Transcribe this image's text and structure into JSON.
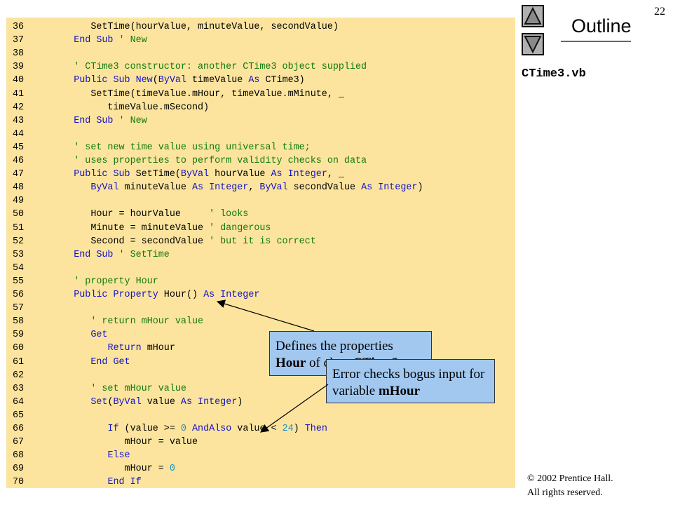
{
  "page_number": "22",
  "outline": {
    "title": "Outline",
    "file_name": "CTime3.vb"
  },
  "copyright": {
    "line1": "© 2002 Prentice Hall.",
    "line2": "All rights reserved."
  },
  "code_lines": [
    {
      "num": "36",
      "parts": [
        {
          "t": "         SetTime(hourValue, minuteValue, secondValue)",
          "c": ""
        }
      ]
    },
    {
      "num": "37",
      "parts": [
        {
          "t": "      ",
          "c": ""
        },
        {
          "t": "End Sub",
          "c": "kw"
        },
        {
          "t": " ' New",
          "c": "cm"
        }
      ]
    },
    {
      "num": "38",
      "parts": []
    },
    {
      "num": "39",
      "parts": [
        {
          "t": "      ' CTime3 constructor: another CTime3 object supplied",
          "c": "cm"
        }
      ]
    },
    {
      "num": "40",
      "parts": [
        {
          "t": "      ",
          "c": ""
        },
        {
          "t": "Public Sub New",
          "c": "kw"
        },
        {
          "t": "(",
          "c": ""
        },
        {
          "t": "ByVal",
          "c": "kw"
        },
        {
          "t": " timeValue ",
          "c": ""
        },
        {
          "t": "As",
          "c": "kw"
        },
        {
          "t": " CTime3)",
          "c": ""
        }
      ]
    },
    {
      "num": "41",
      "parts": [
        {
          "t": "         SetTime(timeValue.mHour, timeValue.mMinute, _",
          "c": ""
        }
      ]
    },
    {
      "num": "42",
      "parts": [
        {
          "t": "            timeValue.mSecond)",
          "c": ""
        }
      ]
    },
    {
      "num": "43",
      "parts": [
        {
          "t": "      ",
          "c": ""
        },
        {
          "t": "End Sub",
          "c": "kw"
        },
        {
          "t": " ' New",
          "c": "cm"
        }
      ]
    },
    {
      "num": "44",
      "parts": []
    },
    {
      "num": "45",
      "parts": [
        {
          "t": "      ' set new time value using universal time;",
          "c": "cm"
        }
      ]
    },
    {
      "num": "46",
      "parts": [
        {
          "t": "      ' uses properties to perform validity checks on data",
          "c": "cm"
        }
      ]
    },
    {
      "num": "47",
      "parts": [
        {
          "t": "      ",
          "c": ""
        },
        {
          "t": "Public Sub",
          "c": "kw"
        },
        {
          "t": " SetTime(",
          "c": ""
        },
        {
          "t": "ByVal",
          "c": "kw"
        },
        {
          "t": " hourValue ",
          "c": ""
        },
        {
          "t": "As Integer",
          "c": "kw"
        },
        {
          "t": ", _",
          "c": ""
        }
      ]
    },
    {
      "num": "48",
      "parts": [
        {
          "t": "         ",
          "c": ""
        },
        {
          "t": "ByVal",
          "c": "kw"
        },
        {
          "t": " minuteValue ",
          "c": ""
        },
        {
          "t": "As Integer",
          "c": "kw"
        },
        {
          "t": ", ",
          "c": ""
        },
        {
          "t": "ByVal",
          "c": "kw"
        },
        {
          "t": " secondValue ",
          "c": ""
        },
        {
          "t": "As Integer",
          "c": "kw"
        },
        {
          "t": ")",
          "c": ""
        }
      ]
    },
    {
      "num": "49",
      "parts": []
    },
    {
      "num": "50",
      "parts": [
        {
          "t": "         Hour = hourValue     ",
          "c": ""
        },
        {
          "t": "' looks",
          "c": "cm"
        }
      ]
    },
    {
      "num": "51",
      "parts": [
        {
          "t": "         Minute = minuteValue ",
          "c": ""
        },
        {
          "t": "' dangerous",
          "c": "cm"
        }
      ]
    },
    {
      "num": "52",
      "parts": [
        {
          "t": "         Second = secondValue ",
          "c": ""
        },
        {
          "t": "' but it is correct",
          "c": "cm"
        }
      ]
    },
    {
      "num": "53",
      "parts": [
        {
          "t": "      ",
          "c": ""
        },
        {
          "t": "End Sub",
          "c": "kw"
        },
        {
          "t": " ' SetTime",
          "c": "cm"
        }
      ]
    },
    {
      "num": "54",
      "parts": []
    },
    {
      "num": "55",
      "parts": [
        {
          "t": "      ' property Hour",
          "c": "cm"
        }
      ]
    },
    {
      "num": "56",
      "parts": [
        {
          "t": "      ",
          "c": ""
        },
        {
          "t": "Public Property",
          "c": "kw"
        },
        {
          "t": " Hour() ",
          "c": ""
        },
        {
          "t": "As Integer",
          "c": "kw"
        }
      ]
    },
    {
      "num": "57",
      "parts": []
    },
    {
      "num": "58",
      "parts": [
        {
          "t": "         ' return mHour value",
          "c": "cm"
        }
      ]
    },
    {
      "num": "59",
      "parts": [
        {
          "t": "         ",
          "c": ""
        },
        {
          "t": "Get",
          "c": "kw"
        }
      ]
    },
    {
      "num": "60",
      "parts": [
        {
          "t": "            ",
          "c": ""
        },
        {
          "t": "Return",
          "c": "kw"
        },
        {
          "t": " mHour",
          "c": ""
        }
      ]
    },
    {
      "num": "61",
      "parts": [
        {
          "t": "         ",
          "c": ""
        },
        {
          "t": "End Get",
          "c": "kw"
        }
      ]
    },
    {
      "num": "62",
      "parts": []
    },
    {
      "num": "63",
      "parts": [
        {
          "t": "         ' set mHour value",
          "c": "cm"
        }
      ]
    },
    {
      "num": "64",
      "parts": [
        {
          "t": "         ",
          "c": ""
        },
        {
          "t": "Set",
          "c": "kw"
        },
        {
          "t": "(",
          "c": ""
        },
        {
          "t": "ByVal",
          "c": "kw"
        },
        {
          "t": " value ",
          "c": ""
        },
        {
          "t": "As Integer",
          "c": "kw"
        },
        {
          "t": ")",
          "c": ""
        }
      ]
    },
    {
      "num": "65",
      "parts": []
    },
    {
      "num": "66",
      "parts": [
        {
          "t": "            ",
          "c": ""
        },
        {
          "t": "If",
          "c": "kw"
        },
        {
          "t": " (value >= ",
          "c": ""
        },
        {
          "t": "0",
          "c": "num"
        },
        {
          "t": " ",
          "c": ""
        },
        {
          "t": "AndAlso",
          "c": "kw"
        },
        {
          "t": " value < ",
          "c": ""
        },
        {
          "t": "24",
          "c": "num"
        },
        {
          "t": ") ",
          "c": ""
        },
        {
          "t": "Then",
          "c": "kw"
        }
      ]
    },
    {
      "num": "67",
      "parts": [
        {
          "t": "               mHour = value",
          "c": ""
        }
      ]
    },
    {
      "num": "68",
      "parts": [
        {
          "t": "            ",
          "c": ""
        },
        {
          "t": "Else",
          "c": "kw"
        }
      ]
    },
    {
      "num": "69",
      "parts": [
        {
          "t": "               mHour = ",
          "c": ""
        },
        {
          "t": "0",
          "c": "num"
        }
      ]
    },
    {
      "num": "70",
      "parts": [
        {
          "t": "            ",
          "c": ""
        },
        {
          "t": "End If",
          "c": "kw"
        }
      ]
    }
  ],
  "callouts": [
    {
      "before": "Defines the properties ",
      "bold1": "Hour",
      "mid": " of class ",
      "bold2": "CTime3"
    },
    {
      "before": "Error checks bogus input for variable ",
      "bold1": "mHour",
      "mid": "",
      "bold2": ""
    }
  ]
}
